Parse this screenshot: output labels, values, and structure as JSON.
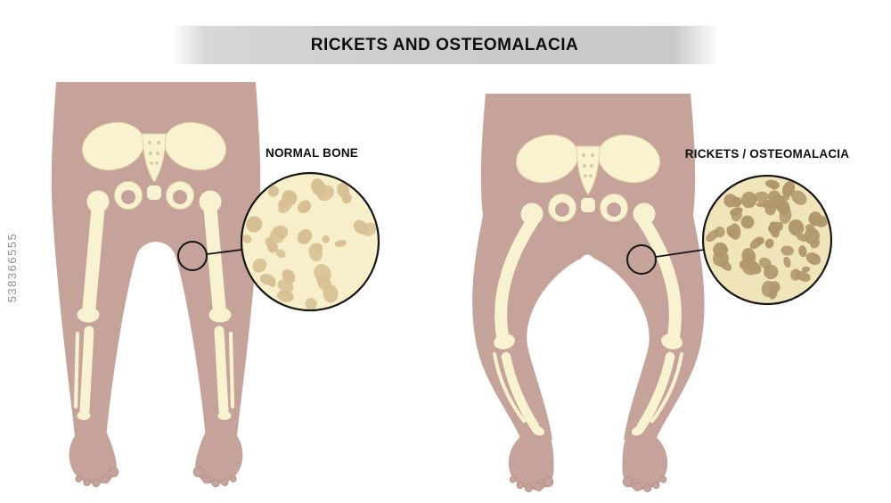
{
  "title": "RICKETS AND OSTEOMALACIA",
  "watermark": "538366555",
  "panels": {
    "normal": {
      "label": "NORMAL BONE"
    },
    "rickets": {
      "label": "RICKETS / OSTEOMALACIA"
    }
  },
  "palette": {
    "skin": "#c6a39a",
    "bone": "#f8f2d0",
    "bone_detail": "#e3d2a4",
    "banner_gray": "#cccccc",
    "callout_stroke": "#161616",
    "watermark_gray": "#8f8f8f"
  },
  "textures": {
    "normal": {
      "seed": 7,
      "count": 34,
      "rmin": 4.5,
      "rmax": 11.5,
      "color": "#d7bf93",
      "bg": "#f7efca"
    },
    "rickets": {
      "seed": 3,
      "count": 58,
      "rmin": 4.5,
      "rmax": 10,
      "color": "#b0966c",
      "bg": "#f0e5ba"
    }
  }
}
